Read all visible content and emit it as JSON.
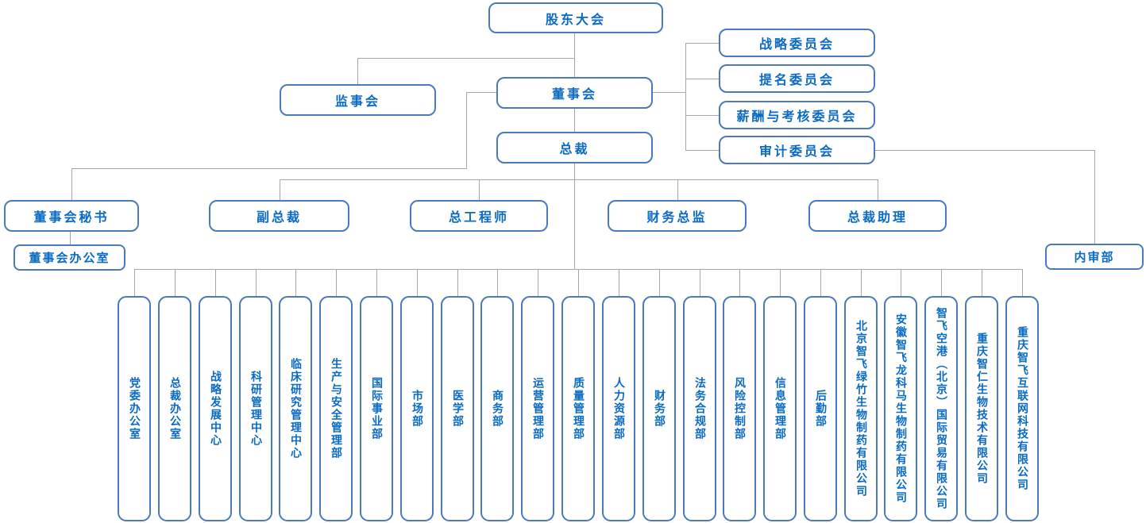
{
  "colors": {
    "box_border": "#4a7abd",
    "label_text": "#0a6ac4",
    "connector_line": "#a6a6a6",
    "background": "#ffffff"
  },
  "nodes": {
    "shareholders_meeting": "股东大会",
    "supervisory_board": "监事会",
    "board_of_directors": "董事会",
    "president": "总裁",
    "board_office": "董事会办公室",
    "internal_audit": "内审部"
  },
  "committees": [
    "战略委员会",
    "提名委员会",
    "薪酬与考核委员会",
    "审计委员会"
  ],
  "management": [
    "董事会秘书",
    "副总裁",
    "总工程师",
    "财务总监",
    "总裁助理"
  ],
  "departments": [
    "党委办公室",
    "总裁办公室",
    "战略发展中心",
    "科研管理中心",
    "临床研究管理中心",
    "生产与安全管理部",
    "国际事业部",
    "市场部",
    "医学部",
    "商务部",
    "运营管理部",
    "质量管理部",
    "人力资源部",
    "财务部",
    "法务合规部",
    "风险控制部",
    "信息管理部",
    "后勤部",
    "北京智飞绿竹生物制药有限公司",
    "安徽智飞龙科马生物制药有限公司",
    "智飞空港（北京）国际贸易有限公司",
    "重庆智仁生物技术有限公司",
    "重庆智飞互联网科技有限公司"
  ]
}
